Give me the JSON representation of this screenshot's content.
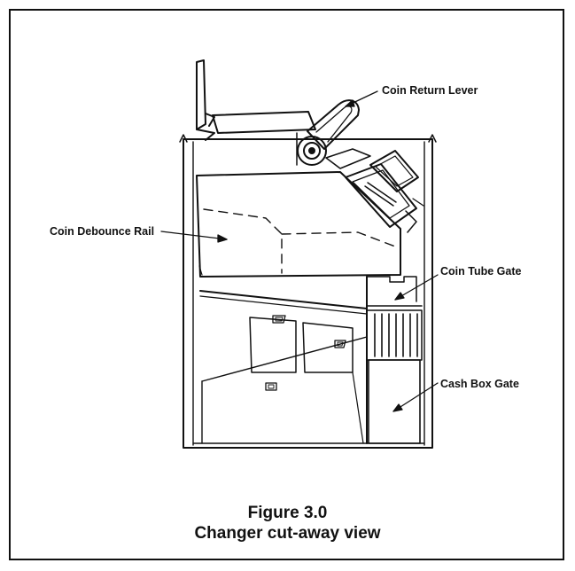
{
  "labels": {
    "coin_return_lever": "Coin Return Lever",
    "coin_debounce_rail": "Coin Debounce Rail",
    "coin_tube_gate": "Coin Tube Gate",
    "cash_box_gate": "Cash Box Gate"
  },
  "caption": {
    "figure_number": "Figure 3.0",
    "title": "Changer cut-away view"
  }
}
